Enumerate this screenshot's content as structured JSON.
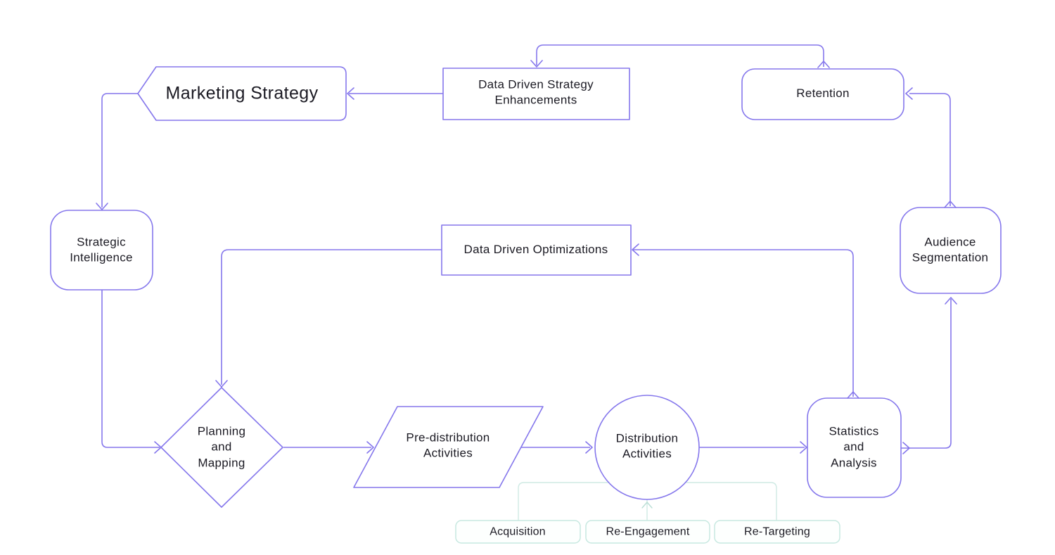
{
  "diagram": {
    "title": "Marketing strategy flowchart",
    "colors": {
      "canvas": "#ffffff",
      "connector": "#8577ec",
      "node_border": "#8577ec",
      "node_fill": "#ffffff",
      "text": "#1b1a23",
      "sub_connector": "#cfeae4",
      "sub_border": "#c7e8e0",
      "sub_fill": "#fdfffe",
      "sub_arrow": "#b9ded5"
    },
    "nodes": {
      "marketing_strategy": {
        "label": "Marketing Strategy",
        "shape": "tag"
      },
      "data_driven_strategy_enhancements": {
        "label": "Data Driven Strategy\nEnhancements",
        "shape": "rectangle"
      },
      "retention": {
        "label": "Retention",
        "shape": "rounded-rectangle"
      },
      "strategic_intelligence": {
        "label": "Strategic\nIntelligence",
        "shape": "rounded-rectangle"
      },
      "data_driven_optimizations": {
        "label": "Data Driven Optimizations",
        "shape": "rectangle"
      },
      "audience_segmentation": {
        "label": "Audience\nSegmentation",
        "shape": "rounded-rectangle"
      },
      "planning_and_mapping": {
        "label": "Planning\nand\nMapping",
        "shape": "diamond"
      },
      "pre_distribution_activities": {
        "label": "Pre-distribution\nActivities",
        "shape": "parallelogram"
      },
      "distribution_activities": {
        "label": "Distribution\nActivities",
        "shape": "circle"
      },
      "statistics_and_analysis": {
        "label": "Statistics\nand\nAnalysis",
        "shape": "rounded-rectangle"
      },
      "acquisition": {
        "label": "Acquisition",
        "shape": "sub-rectangle"
      },
      "re_engagement": {
        "label": "Re-Engagement",
        "shape": "sub-rectangle"
      },
      "re_targeting": {
        "label": "Re-Targeting",
        "shape": "sub-rectangle"
      }
    },
    "edges": [
      {
        "from": "retention",
        "to": "data_driven_strategy_enhancements"
      },
      {
        "from": "data_driven_strategy_enhancements",
        "to": "marketing_strategy"
      },
      {
        "from": "marketing_strategy",
        "to": "strategic_intelligence"
      },
      {
        "from": "strategic_intelligence",
        "to": "planning_and_mapping"
      },
      {
        "from": "data_driven_optimizations",
        "to": "planning_and_mapping"
      },
      {
        "from": "statistics_and_analysis",
        "to": "data_driven_optimizations"
      },
      {
        "from": "planning_and_mapping",
        "to": "pre_distribution_activities"
      },
      {
        "from": "pre_distribution_activities",
        "to": "distribution_activities"
      },
      {
        "from": "distribution_activities",
        "to": "statistics_and_analysis"
      },
      {
        "from": "statistics_and_analysis",
        "to": "audience_segmentation"
      },
      {
        "from": "audience_segmentation",
        "to": "retention"
      },
      {
        "from": "sub_activities_group",
        "to": "distribution_activities"
      }
    ]
  }
}
